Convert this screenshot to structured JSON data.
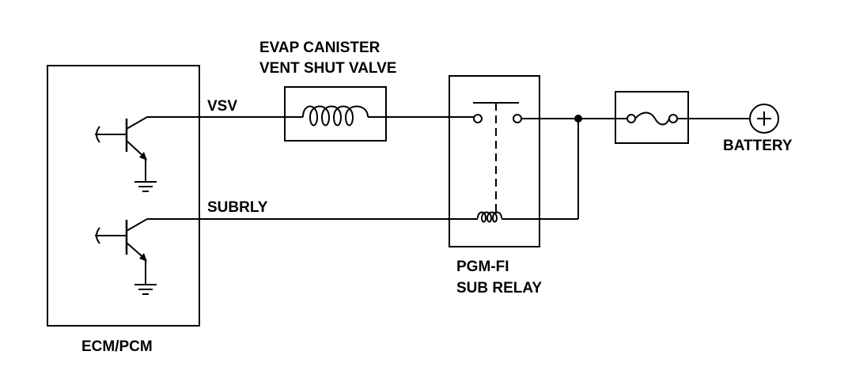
{
  "labels": {
    "ecm": "ECM/PCM",
    "vsv": "VSV",
    "subrly": "SUBRLY",
    "evap_line1": "EVAP CANISTER",
    "evap_line2": "VENT SHUT VALVE",
    "relay_line1": "PGM-FI",
    "relay_line2": "SUB RELAY",
    "battery": "BATTERY"
  },
  "components": {
    "battery_symbol": "plus-circle-icon",
    "fuse_symbol": "fuse-icon"
  },
  "colors": {
    "line": "#000000",
    "background": "#ffffff"
  }
}
